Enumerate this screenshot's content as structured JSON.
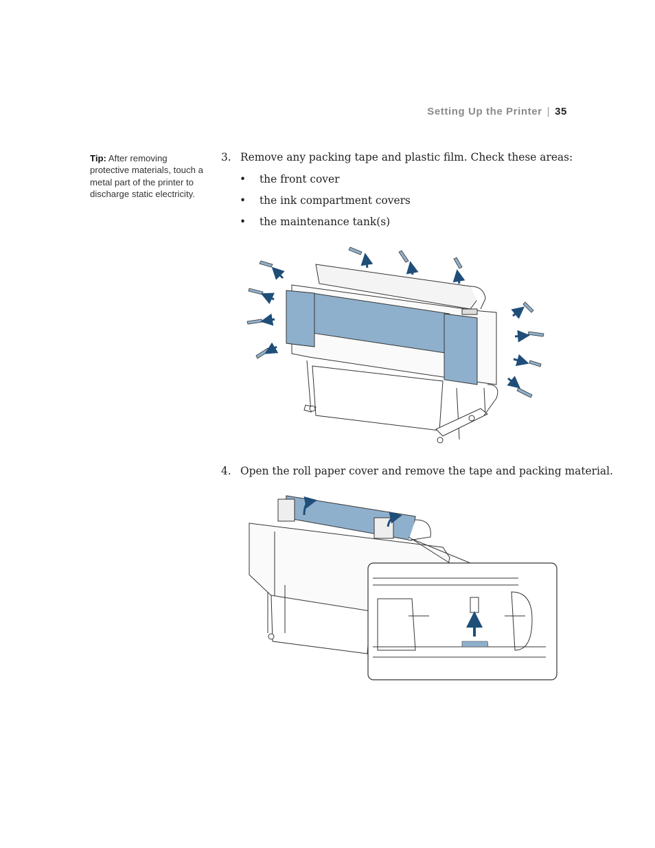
{
  "header": {
    "section": "Setting Up the Printer",
    "separator": "|",
    "page_number": "35"
  },
  "tip": {
    "label": "Tip:",
    "text": "After removing protective materials, touch a metal part of the printer to discharge static electricity."
  },
  "steps": [
    {
      "number": "3.",
      "text": "Remove any packing tape and plastic film. Check these areas:",
      "bullets": [
        "the front cover",
        "the ink compartment covers",
        "the maintenance tank(s)"
      ]
    },
    {
      "number": "4.",
      "text": "Open the roll paper cover and remove the tape and packing material."
    }
  ],
  "colors": {
    "accent_blue": "#8fb0cc",
    "arrow_blue": "#1f4e79",
    "line": "#333333"
  }
}
